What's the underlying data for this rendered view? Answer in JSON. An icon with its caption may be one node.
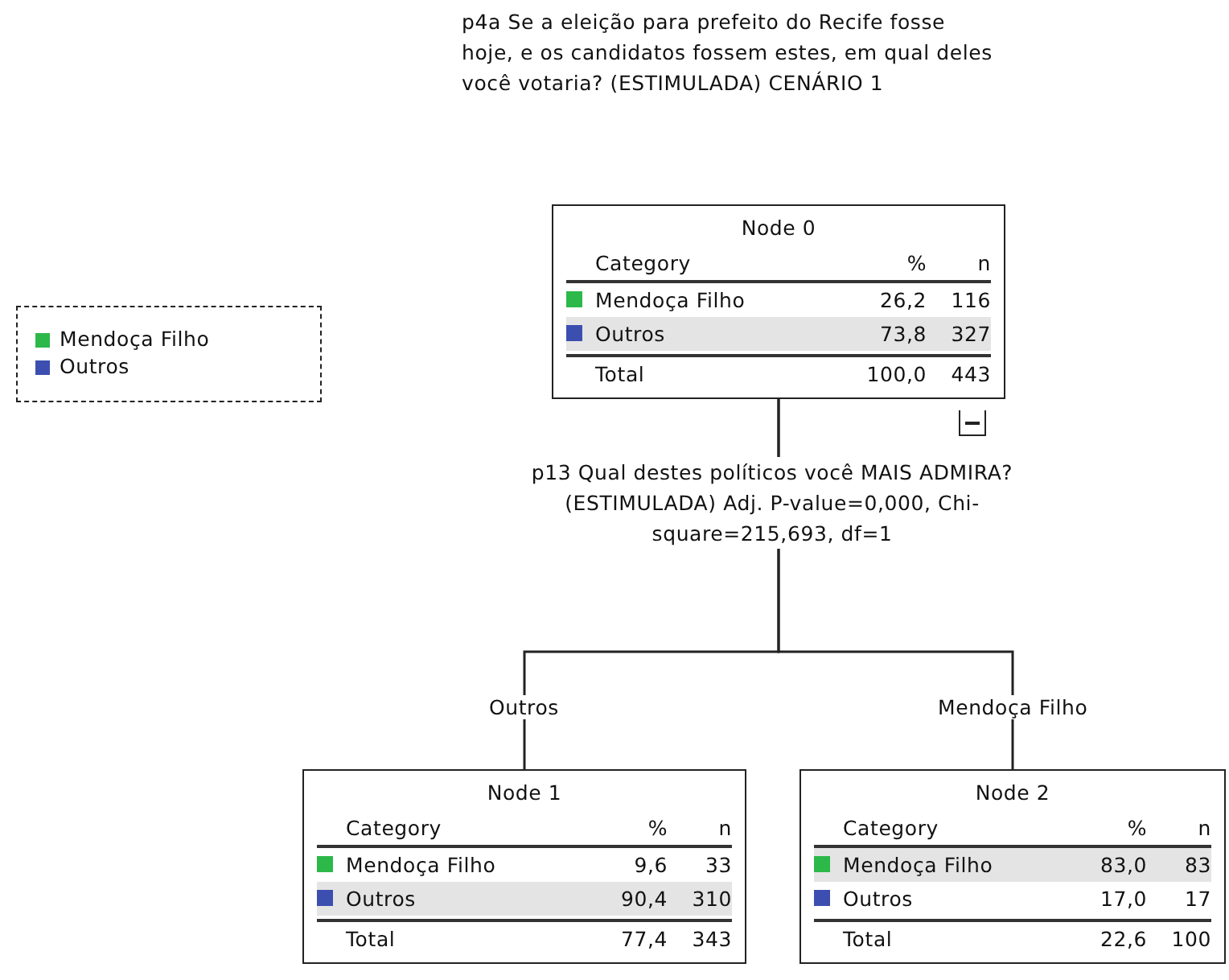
{
  "diagram": {
    "title": "p4a Se a eleição para prefeito do Recife fosse hoje, e os candidatos fossem estes, em qual deles você votaria? (ESTIMULADA) CENÁRIO 1",
    "nodes": [
      {
        "text": [
          "Node 0",
          "Category",
          "%",
          "n",
          "Mendoça Filho",
          "26,2",
          "116",
          "Outros",
          "73,8",
          "327",
          "Total",
          "100,0",
          "443"
        ]
      },
      {
        "text": [
          "Node 1",
          "Category",
          "%",
          "n",
          "Mendoça Filho",
          "9,6",
          "33",
          "Outros",
          "90,4",
          "310",
          "Total",
          "77,4",
          "343"
        ]
      },
      {
        "text": [
          "Node 2",
          "Category",
          "%",
          "n",
          "Mendoça Filho",
          "83,0",
          "83",
          "Outros",
          "17,0",
          "17",
          "Total",
          "22,6",
          "100"
        ]
      }
    ],
    "edges": [
      {
        "from": 0,
        "to": 1,
        "arrow": "none",
        "label": "Outros"
      },
      {
        "from": 0,
        "to": 2,
        "arrow": "none",
        "label": "Mendoça Filho"
      }
    ],
    "labels": [
      "p13 Qual destes políticos você MAIS ADMIRA?(ESTIMULADA) Adj. P-value=0,000, Chi-square=215,693, df=1"
    ],
    "legend": [
      {
        "text": "Mendoça Filho",
        "color": "#2db84a"
      },
      {
        "text": "Outros",
        "color": "#3c4fb0"
      }
    ]
  }
}
